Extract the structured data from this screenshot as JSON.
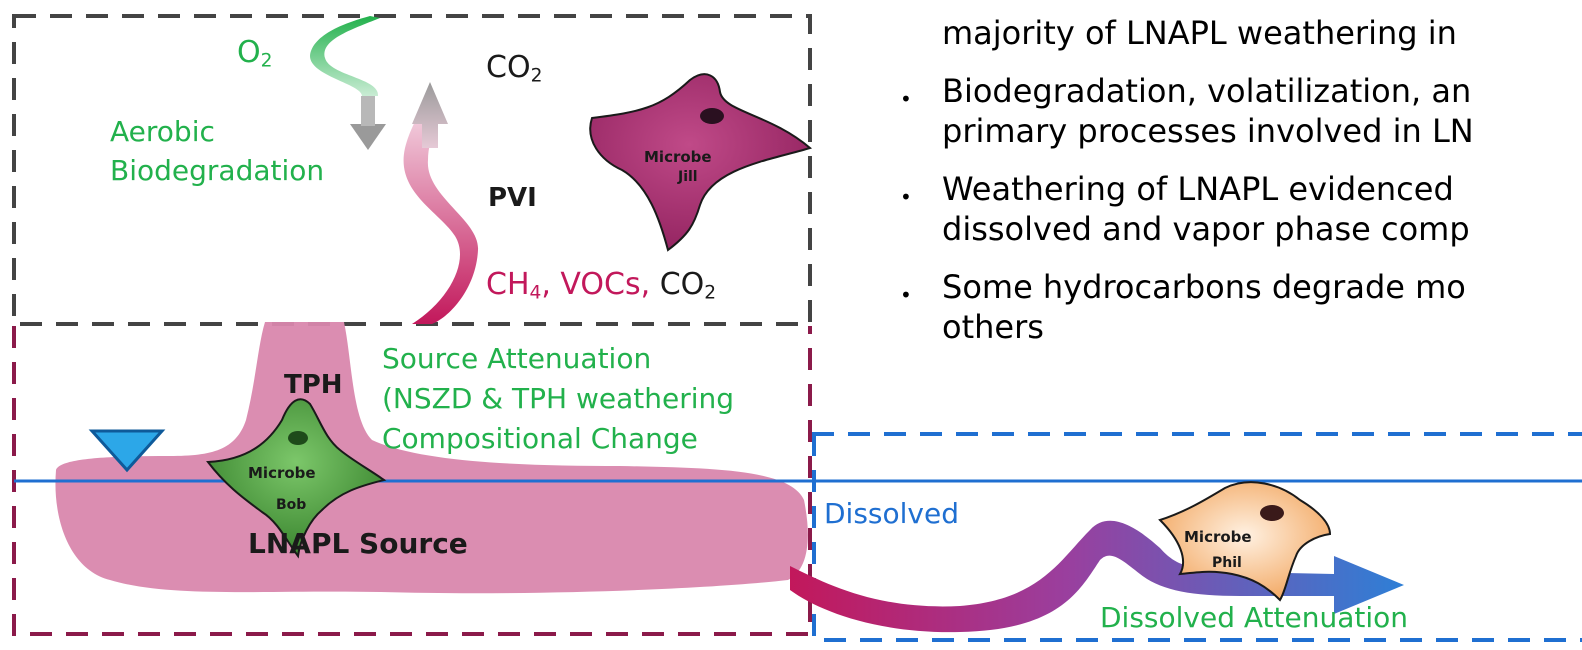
{
  "colors": {
    "lnapl_fill": "#d987ad",
    "green_text": "#22b14c",
    "magenta_text": "#c2185b",
    "vadose_border": "#444444",
    "source_border": "#8b1a4a",
    "dissolved_border": "#1f6fd1",
    "water_table": "#1f6fd1",
    "microbe_jill": "#b03a78",
    "microbe_bob": "#3b8a2e",
    "microbe_phil": "#f0a860",
    "plume_start": "#c2185b",
    "plume_end": "#2e7fd6"
  },
  "labels": {
    "o2_main": "O",
    "o2_sub": "2",
    "co2_top_main": "CO",
    "co2_top_sub": "2",
    "aerobic_line1": "Aerobic",
    "aerobic_line2": "Biodegradation",
    "pvi": "PVI",
    "ch4_main": "CH",
    "ch4_sub": "4",
    "vocs_text": ", VOCs, ",
    "co2_bottom_main": "CO",
    "co2_bottom_sub": "2",
    "tph": "TPH",
    "source_att_line1": "Source Attenuation",
    "source_att_line2": "(NSZD & TPH weathering",
    "source_att_line3": "Compositional Change",
    "lnapl_source": "LNAPL Source",
    "dissolved": "Dissolved",
    "dissolved_attenuation": "Dissolved Attenuation"
  },
  "microbes": {
    "jill": {
      "line1": "Microbe",
      "line2": "Jill"
    },
    "bob": {
      "line1": "Microbe",
      "line2": "Bob"
    },
    "phil": {
      "line1": "Microbe",
      "line2": "Phil"
    }
  },
  "bullets": [
    {
      "marker": "",
      "text": "majority of LNAPL weathering in"
    },
    {
      "marker": "•",
      "text": "Biodegradation, volatilization, an"
    },
    {
      "marker": "",
      "text": "primary processes involved in LN"
    },
    {
      "marker": "•",
      "text": "Weathering of LNAPL evidenced"
    },
    {
      "marker": "",
      "text": "dissolved and vapor phase comp"
    },
    {
      "marker": "•",
      "text": "Some hydrocarbons degrade mo"
    },
    {
      "marker": "",
      "text": "others"
    }
  ]
}
